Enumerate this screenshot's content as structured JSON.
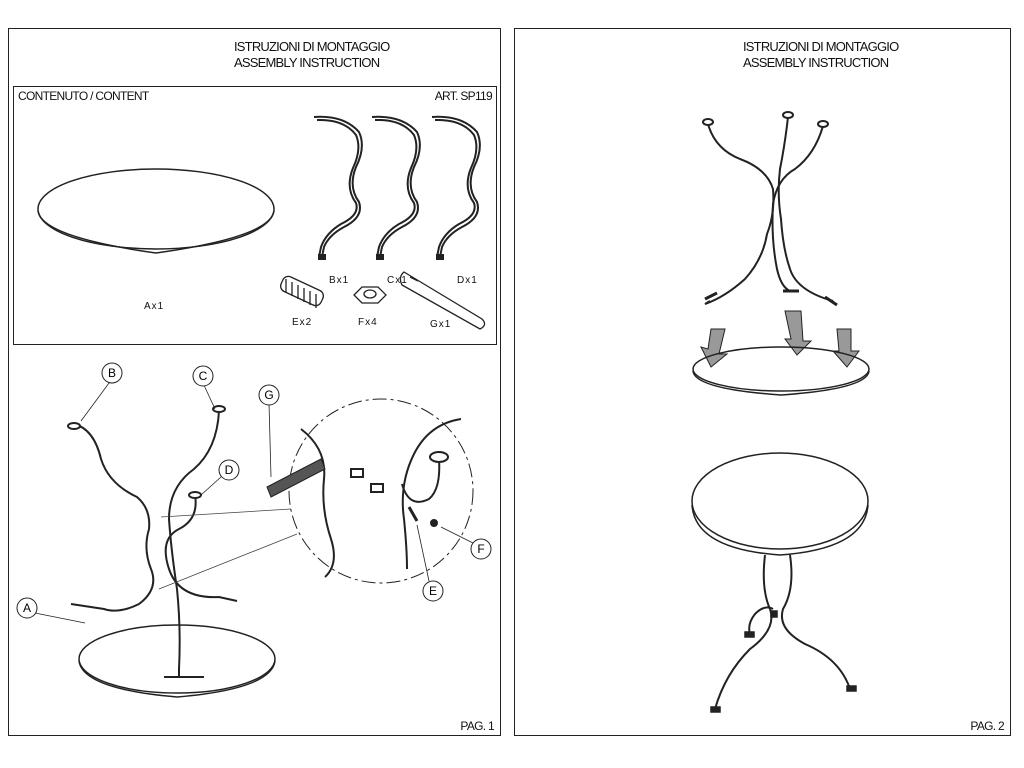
{
  "page1": {
    "title_it": "ISTRUZIONI DI MONTAGGIO",
    "title_en": "ASSEMBLY INSTRUCTION",
    "content_label": "CONTENUTO / CONTENT",
    "article": "ART. SP119",
    "parts": {
      "A": "Ax1",
      "B": "Bx1",
      "C": "Cx1",
      "D": "Dx1",
      "E": "Ex2",
      "F": "Fx4",
      "G": "Gx1"
    },
    "callouts": [
      "B",
      "C",
      "D",
      "G",
      "A",
      "F",
      "E"
    ],
    "page_number": "PAG. 1"
  },
  "page2": {
    "title_it": "ISTRUZIONI DI MONTAGGIO",
    "title_en": "ASSEMBLY INSTRUCTION",
    "page_number": "PAG. 2"
  }
}
